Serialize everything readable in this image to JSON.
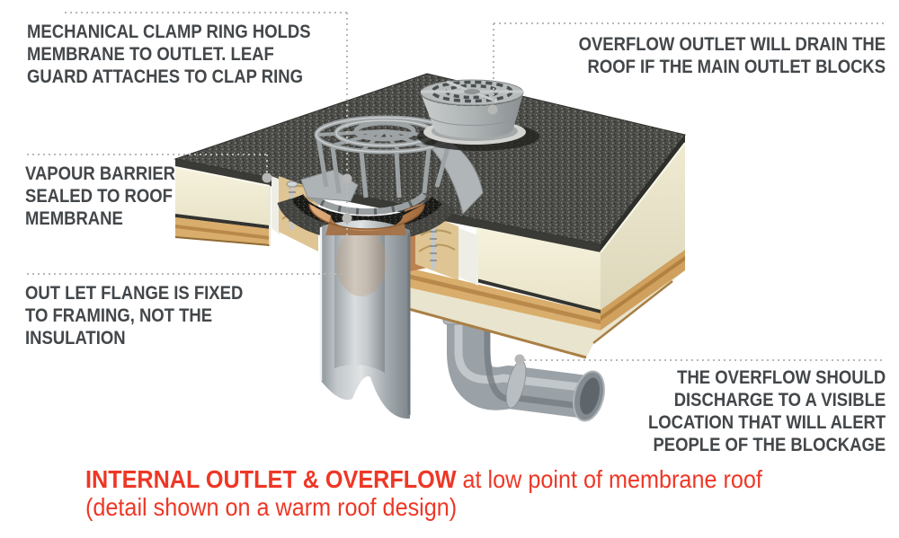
{
  "annotations": {
    "clamp_ring": {
      "lines": [
        "MECHANICAL CLAMP RING HOLDS",
        "MEMBRANE TO OUTLET. LEAF",
        "GUARD ATTACHES TO CLAP RING"
      ]
    },
    "overflow_outlet": {
      "lines": [
        "OVERFLOW OUTLET WILL DRAIN THE",
        "ROOF IF THE MAIN OUTLET BLOCKS"
      ]
    },
    "vapour_barrier": {
      "lines": [
        "VAPOUR BARRIER",
        "SEALED TO ROOF",
        "MEMBRANE"
      ]
    },
    "outlet_flange": {
      "lines": [
        "OUT LET FLANGE IS FIXED",
        "TO FRAMING, NOT THE",
        "INSULATION"
      ]
    },
    "overflow_discharge": {
      "lines": [
        "THE OVERFLOW SHOULD",
        "DISCHARGE TO A VISIBLE",
        "LOCATION THAT WILL ALERT",
        "PEOPLE OF THE BLOCKAGE"
      ]
    }
  },
  "title": {
    "bold_part": "INTERNAL OUTLET & OVERFLOW",
    "regular_part": " at low point of membrane roof",
    "line2": "(detail shown on a warm roof design)"
  },
  "colors": {
    "accent_red": "#ee3726",
    "annotation_text": "#43474a",
    "leader_gray": "#b8b8b6",
    "membrane_dark": "#4b4b48",
    "insulation_cream": "#f0ebd1",
    "wood_tan": "#d9ad6c",
    "copper_flange": "#c98d5c",
    "pipe_gray": "#9ba2a7"
  },
  "diagram_parts": {
    "main_outlet": "internal roof outlet with leaf guard",
    "overflow_outlet": "overflow dome outlet",
    "drain_pipe": "internal drain pipe (cutaway)",
    "overflow_pipe": "overflow discharge pipe"
  }
}
